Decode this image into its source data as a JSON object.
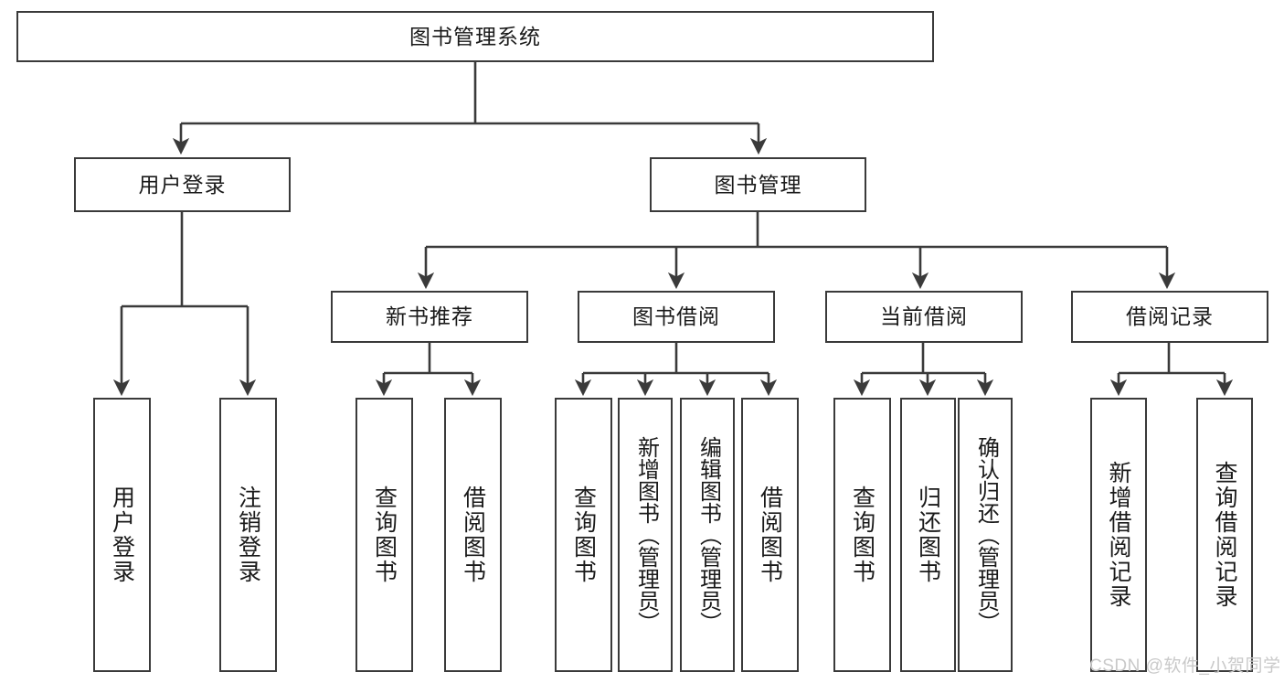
{
  "diagram": {
    "title": "图书管理系统",
    "type": "tree-hierarchy-diagram",
    "root": {
      "id": "root",
      "label": "图书管理系统"
    },
    "level2": [
      {
        "id": "user-login",
        "label": "用户登录"
      },
      {
        "id": "book-manage",
        "label": "图书管理"
      }
    ],
    "level3": [
      {
        "id": "new-book-rec",
        "label": "新书推荐"
      },
      {
        "id": "book-borrow",
        "label": "图书借阅"
      },
      {
        "id": "current-borrow",
        "label": "当前借阅"
      },
      {
        "id": "borrow-record",
        "label": "借阅记录"
      }
    ],
    "leaves": {
      "user_login": [
        {
          "id": "leaf-user-login",
          "label": "用户登录"
        },
        {
          "id": "leaf-logout-login",
          "label": "注销登录"
        }
      ],
      "new_book_rec": [
        {
          "id": "leaf-query-book-1",
          "label": "查询图书"
        },
        {
          "id": "leaf-borrow-book-1",
          "label": "借阅图书"
        }
      ],
      "book_borrow": [
        {
          "id": "leaf-query-book-2",
          "label": "查询图书"
        },
        {
          "id": "leaf-add-book",
          "label": "新增图书（管理员）"
        },
        {
          "id": "leaf-edit-book",
          "label": "编辑图书（管理员）"
        },
        {
          "id": "leaf-borrow-book-2",
          "label": "借阅图书"
        }
      ],
      "current_borrow": [
        {
          "id": "leaf-query-book-3",
          "label": "查询图书"
        },
        {
          "id": "leaf-return-book",
          "label": "归还图书"
        },
        {
          "id": "leaf-confirm-return",
          "label": "确认归还（管理员）"
        }
      ],
      "borrow_record": [
        {
          "id": "leaf-add-record",
          "label": "新增借阅记录"
        },
        {
          "id": "leaf-query-record",
          "label": "查询借阅记录"
        }
      ]
    },
    "colors": {
      "stroke": "#3a3a3a",
      "fill": "#ffffff",
      "text": "#1a1a1a",
      "watermark": "#c9c9c9"
    }
  },
  "watermark": {
    "text": "CSDN @软件_小贺同学"
  }
}
